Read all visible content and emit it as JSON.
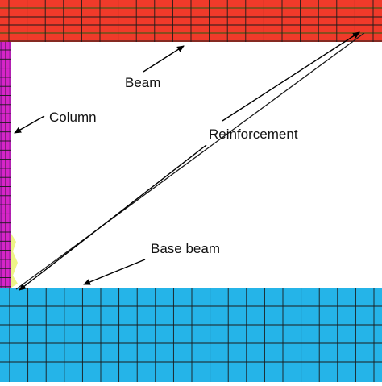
{
  "labels": {
    "beam": "Beam",
    "column": "Column",
    "reinforcement": "Reinforcement",
    "base_beam": "Base beam"
  },
  "colors": {
    "beam": "#f03a2a",
    "beam_stripe": "#f7c21a",
    "column": "#d625c8",
    "column_edge": "#8f1a9a",
    "base_beam": "#25b4e8",
    "mesh_line": "#1b1b1b",
    "contact_highlight": "#e8f060",
    "arrow": "#000000"
  }
}
